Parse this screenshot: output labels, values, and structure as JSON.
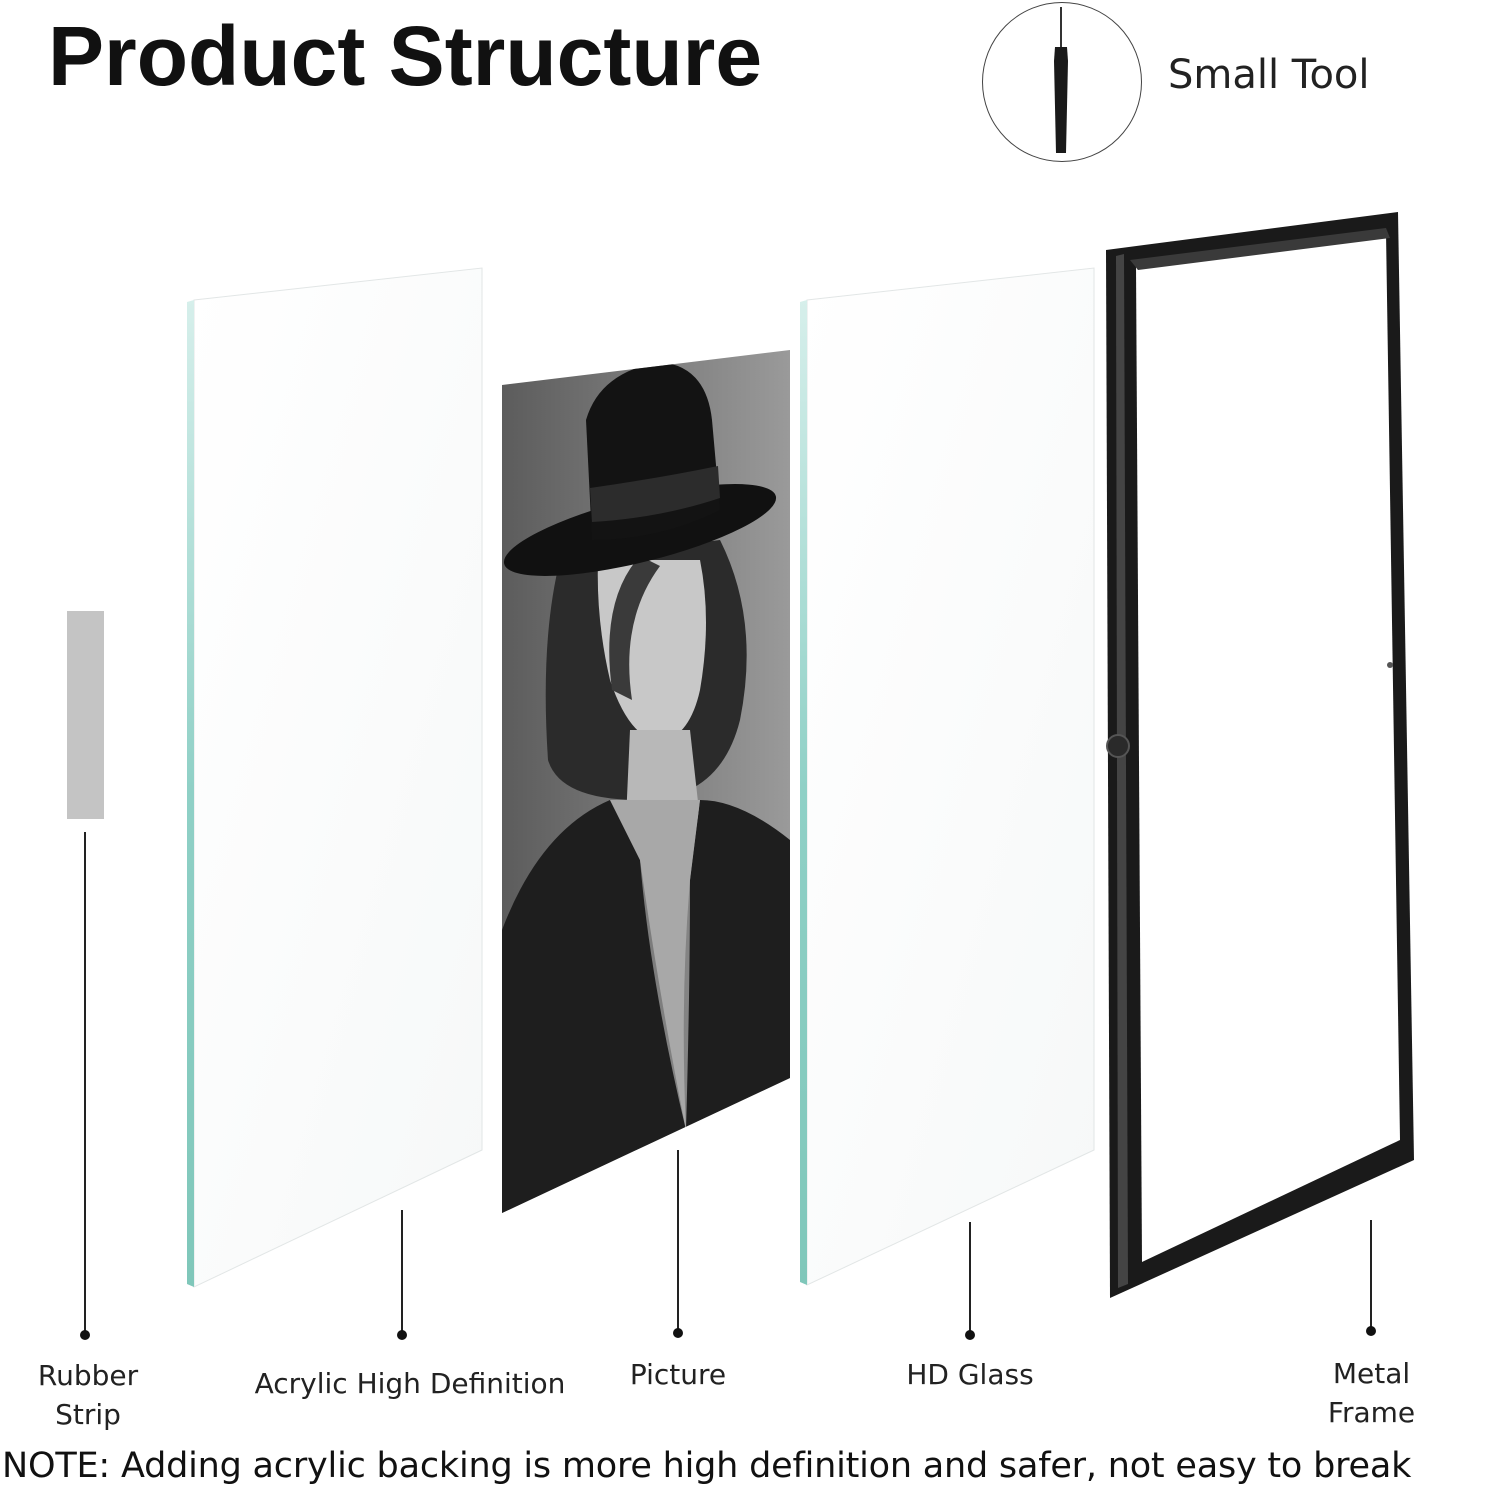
{
  "title": "Product Structure",
  "tool": {
    "label": "Small Tool",
    "icon": "screwdriver-icon"
  },
  "parts": [
    {
      "name": "rubber-strip",
      "label": "Rubber\nStrip"
    },
    {
      "name": "acrylic-sheet",
      "label": "Acrylic High Definition"
    },
    {
      "name": "picture",
      "label": "Picture",
      "image": "black-and-white portrait"
    },
    {
      "name": "hd-glass",
      "label": "HD Glass"
    },
    {
      "name": "metal-frame",
      "label": "Metal\nFrame"
    }
  ],
  "note": "NOTE: Adding acrylic backing is more high definition and safer, not easy to break",
  "colors": {
    "text": "#111111",
    "rubber_strip": "#c4c4c4",
    "glass_edge": "#9fd3cc",
    "frame": "#1a1a1a"
  }
}
